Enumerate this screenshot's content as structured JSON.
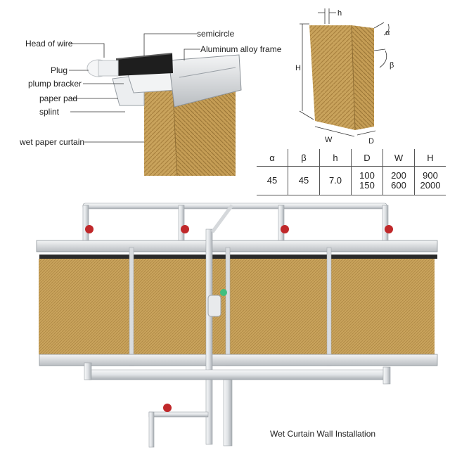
{
  "labels": {
    "head_of_wire": "Head of wire",
    "plug": "Plug",
    "plump_bracker": "plump bracker",
    "paper_pad": "paper pad",
    "splint": "splint",
    "wet_paper_curtain": "wet paper curtain",
    "semicircle": "semicircle",
    "aluminum_frame": "Aluminum alloy frame"
  },
  "dimensions": {
    "h": "h",
    "H": "H",
    "W": "W",
    "D": "D",
    "alpha": "α",
    "beta": "β"
  },
  "spec_table": {
    "headers": [
      "α",
      "β",
      "h",
      "D",
      "W",
      "H"
    ],
    "row": [
      {
        "l1": "45",
        "l2": ""
      },
      {
        "l1": "45",
        "l2": ""
      },
      {
        "l1": "7.0",
        "l2": ""
      },
      {
        "l1": "100",
        "l2": "150"
      },
      {
        "l1": "200",
        "l2": "600"
      },
      {
        "l1": "900",
        "l2": "2000"
      }
    ]
  },
  "caption": "Wet Curtain Wall Installation",
  "colors": {
    "pad": "#c9a35c",
    "pad_dark": "#a9823f",
    "frame": "#c8ccd0",
    "pipe": "#e4e6e8",
    "valve": "#c0282a"
  }
}
